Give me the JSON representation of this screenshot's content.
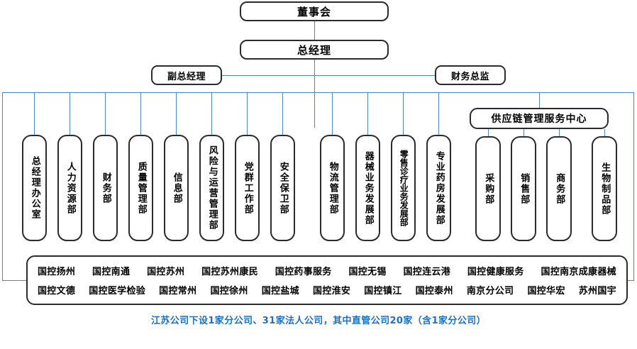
{
  "colors": {
    "connector": "#4a86c8",
    "box_border": "#2b2b2b",
    "box_fill": "#ffffff",
    "caption_text": "#1f6fc0",
    "text": "#000000"
  },
  "top_nodes": {
    "board": "董事会",
    "general_manager": "总经理",
    "deputy_general_manager": "副总经理",
    "cfo": "财务总监",
    "supply_chain_center": "供应链管理服务中心"
  },
  "departments": [
    {
      "label": "总经理办公室"
    },
    {
      "label": "人力资源部"
    },
    {
      "label": "财务部"
    },
    {
      "label": "质量管理部"
    },
    {
      "label": "信息部"
    },
    {
      "label": "风险与运营管理部"
    },
    {
      "label": "党群工作部"
    },
    {
      "label": "安全保卫部"
    },
    {
      "label": "物流管理部"
    },
    {
      "label": "器械业务发展部"
    },
    {
      "label": "零售诊疗业务发展部"
    },
    {
      "label": "专业药房发展部"
    }
  ],
  "supply_chain_departments": [
    {
      "label": "采购部"
    },
    {
      "label": "销售部"
    },
    {
      "label": "商务部"
    },
    {
      "label": "生物制品部"
    }
  ],
  "subsidiaries": {
    "row1": [
      "国控扬州",
      "国控南通",
      "国控苏州",
      "国控苏州康民",
      "国控药事服务",
      "国控无锡",
      "国控连云港",
      "国控健康服务",
      "国控南京成康器械"
    ],
    "row2": [
      "国控文德",
      "国控医学检验",
      "国控常州",
      "国控徐州",
      "国控盐城",
      "国控淮安",
      "国控镇江",
      "国控泰州",
      "南京分公司",
      "国控华宏",
      "苏州国宇"
    ]
  },
  "caption": "江苏公司下设1家分公司、31家法人公司，其中直管公司20家（含1家分公司）"
}
